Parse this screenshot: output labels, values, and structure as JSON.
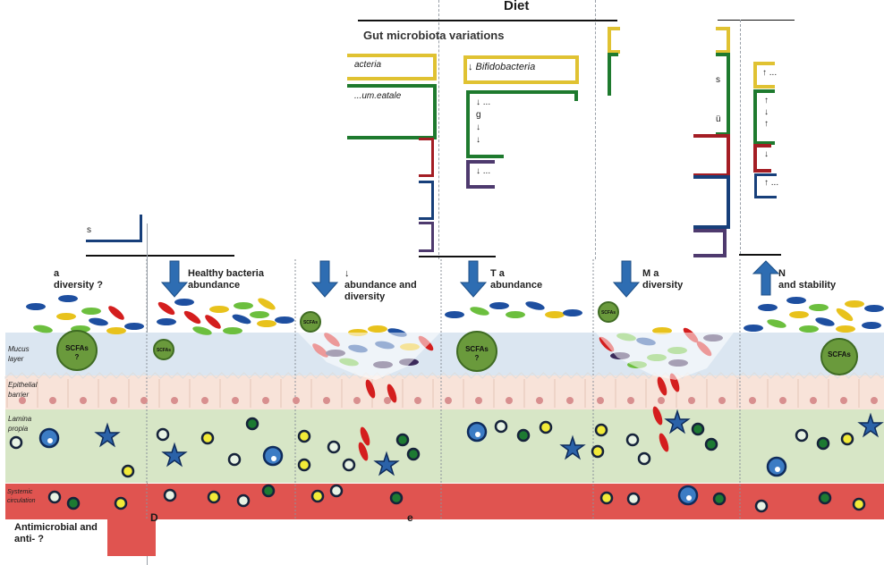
{
  "header": {
    "column_title_diet": "Diet",
    "section_title": "Gut microbiota variations"
  },
  "bracket_texts": {
    "col2_yellow": "acteria",
    "col2_green": "...um.eatale",
    "col3_yellow": "↓ Bifidobacteria",
    "col3_green_lines": [
      "↓ ...",
      "g",
      "↓",
      "↓"
    ],
    "col3_purple": "↓ ...",
    "col1_blue": "s",
    "col5_green_lines": [
      "s",
      "ü"
    ],
    "col6_yellow": "↑ ...",
    "col6_green_lines": [
      "↑",
      "↓",
      "↑"
    ],
    "col6_red": "↓",
    "col6_blue": "↑ ..."
  },
  "columns": [
    {
      "id": "col1",
      "arrow": "down",
      "label_lines": [
        "a",
        "diversity ?"
      ]
    },
    {
      "id": "col2",
      "arrow": "down",
      "label_lines": [
        "Healthy bacteria",
        "abundance"
      ]
    },
    {
      "id": "col3",
      "arrow": "down",
      "label_lines": [
        "↓",
        "abundance and",
        "diversity"
      ]
    },
    {
      "id": "col4",
      "arrow": "down",
      "label_lines": [
        "T            a",
        "abundance"
      ]
    },
    {
      "id": "col5",
      "arrow": "down",
      "label_lines": [
        "M            a",
        "diversity"
      ]
    },
    {
      "id": "col6",
      "arrow": "up",
      "label_lines": [
        "N",
        "and stability"
      ]
    }
  ],
  "layers": {
    "mucus": "Mucus layer",
    "epithelial": "Epithelial barrier",
    "lamina": "Lamina propia",
    "systemic": "Systemic circulation"
  },
  "scfa_labels": {
    "col1": "SCFAs ?",
    "col2": "SCFAs",
    "col3": "SCFAs",
    "col4": "SCFAs ?",
    "col5": "SCFAs",
    "col6": "SCFAs"
  },
  "footer": {
    "left_text": "Antimicrobial and anti- ?",
    "mid_text_fragment": "D",
    "right_text_fragment": "e"
  },
  "colors": {
    "yellow_bracket": "#e0c232",
    "green_bracket": "#1e7a2e",
    "red_bracket": "#a41d24",
    "blue_bracket": "#173f7a",
    "purple_bracket": "#4e3a6e",
    "mucus": "#dbe6f1",
    "epithelium": "#f8e3d9",
    "lamina": "#d7e6c6",
    "systemic": "#e05450",
    "arrow_blue": "#2e6db2",
    "scfa_green": "#6a9a3c"
  }
}
